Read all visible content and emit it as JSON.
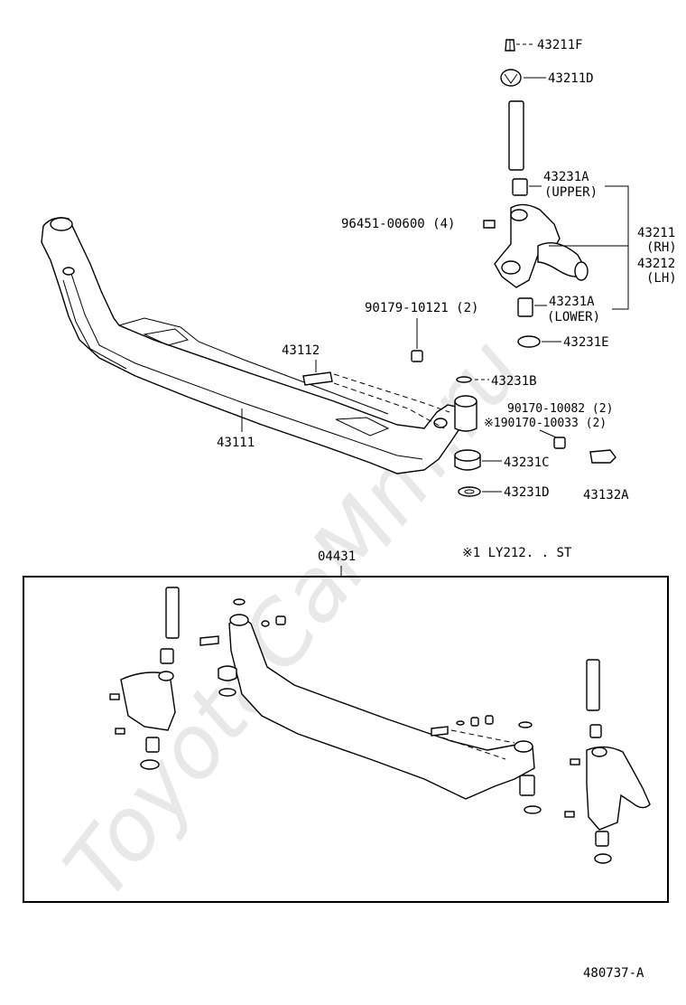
{
  "watermark": "ToyotaCaMm.ru",
  "labels": {
    "p43211F": "43211F",
    "p43211D": "43211D",
    "p43231A_upper": "43231A",
    "upper": "(UPPER)",
    "p96451": "96451-00600 (4)",
    "p43211": "43211",
    "rh": "(RH)",
    "p43212": "43212",
    "lh": "(LH)",
    "p90179": "90179-10121 (2)",
    "p43231A_lower": "43231A",
    "lower": "(LOWER)",
    "p43231E": "43231E",
    "p43112": "43112",
    "p43231B": "43231B",
    "p90170_a": "90170-10082 (2)",
    "p90170_b": "※190170-10033 (2)",
    "p43111": "43111",
    "p43231C": "43231C",
    "p43132A": "43132A",
    "p43231D": "43231D",
    "p04431": "04431",
    "note": "※1 LY212. . ST",
    "figure_code": "480737-A"
  }
}
